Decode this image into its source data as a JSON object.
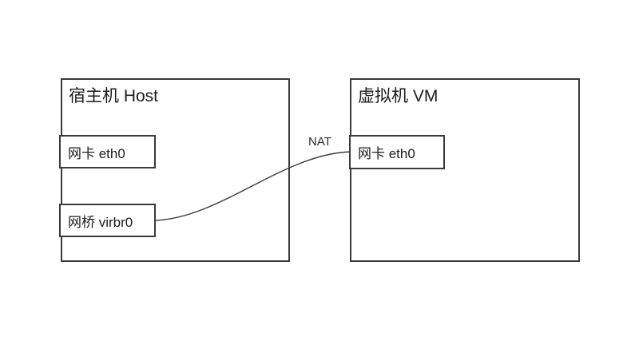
{
  "diagram": {
    "host": {
      "title": "宿主机 Host",
      "interfaces": [
        {
          "label": "网卡 eth0"
        },
        {
          "label": "网桥 virbr0"
        }
      ]
    },
    "vm": {
      "title": "虚拟机 VM",
      "interfaces": [
        {
          "label": "网卡 eth0"
        }
      ]
    },
    "connection": {
      "label": "NAT",
      "from": "网桥 virbr0",
      "to": "网卡 eth0"
    },
    "colors": {
      "line": "#3a3a3a",
      "text": "#1c1c1c",
      "background": "#ffffff"
    }
  }
}
